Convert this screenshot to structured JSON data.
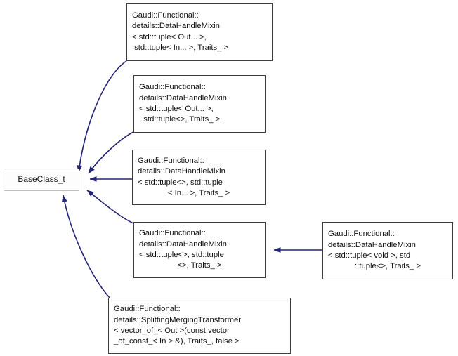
{
  "diagram": {
    "kind": "class-inheritance-graph",
    "title": "BaseClass_t inheritance diagram",
    "edge_color": "#252575",
    "node_border_color": "#3c3c3c",
    "base_node_border_color": "#bdbdbd",
    "node_fill_color": "#ffffff",
    "text_color": "#101010",
    "arrow_style": "solid-line-filled-triangle-head"
  },
  "nodes": {
    "base": {
      "name": "BaseClass_t",
      "lines": [
        "BaseClass_t"
      ]
    },
    "mixin_out_in": {
      "lines": [
        "Gaudi::Functional::",
        "details::DataHandleMixin",
        "< std::tuple< Out... >,",
        " std::tuple< In... >, Traits_ >"
      ]
    },
    "mixin_out_empty": {
      "lines": [
        "Gaudi::Functional::",
        "details::DataHandleMixin",
        "< std::tuple< Out... >,",
        "  std::tuple<>, Traits_ >"
      ]
    },
    "mixin_empty_in": {
      "lines": [
        "Gaudi::Functional::",
        "details::DataHandleMixin",
        "< std::tuple<>, std::tuple",
        "< In... >, Traits_ >"
      ]
    },
    "mixin_empty_empty": {
      "lines": [
        "Gaudi::Functional::",
        "details::DataHandleMixin",
        "< std::tuple<>, std::tuple",
        "<>, Traits_ >"
      ]
    },
    "mixin_void_empty": {
      "lines": [
        "Gaudi::Functional::",
        "details::DataHandleMixin",
        "< std::tuple< void >, std",
        "::tuple<>, Traits_ >"
      ]
    },
    "splitting_merging_transformer": {
      "lines": [
        "Gaudi::Functional::",
        "details::SplittingMergingTransformer",
        "< vector_of_< Out >(const vector",
        "_of_const_< In > &), Traits_, false >"
      ]
    }
  },
  "edges": [
    {
      "from": "mixin_out_in",
      "to": "base",
      "label": ""
    },
    {
      "from": "mixin_out_empty",
      "to": "base",
      "label": ""
    },
    {
      "from": "mixin_empty_in",
      "to": "base",
      "label": ""
    },
    {
      "from": "mixin_empty_empty",
      "to": "base",
      "label": ""
    },
    {
      "from": "splitting_merging_transformer",
      "to": "base",
      "label": ""
    },
    {
      "from": "mixin_void_empty",
      "to": "mixin_empty_empty",
      "label": ""
    }
  ]
}
